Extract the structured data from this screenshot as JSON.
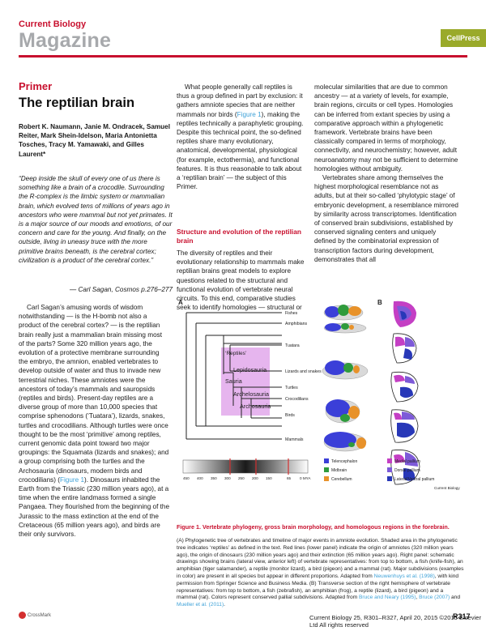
{
  "header": {
    "journal": "Current Biology",
    "section": "Magazine",
    "publisher": "CellPress"
  },
  "article": {
    "category": "Primer",
    "title": "The reptilian brain",
    "authors": "Robert K. Naumann, Janie M. Ondracek, Samuel Reiter, Mark Shein-Idelson, Maria Antonietta Tosches, Tracy M. Yamawaki, and Gilles Laurent*",
    "quote": "“Deep inside the skull of every one of us there is something like a brain of a crocodile. Surrounding the R-complex is the limbic system or mammalian brain, which evolved tens of millions of years ago in ancestors who were mammal but not yet primates. It is a major source of our moods and emotions, of our concern and care for the young. And finally, on the outside, living in uneasy truce with the more primitive brains beneath, is the cerebral cortex; civilization is a product of the cerebral cortex.”",
    "quote_attribution": "— Carl Sagan, Cosmos p.276–277",
    "col1_p1_a": "Carl Sagan’s amusing words of wisdom notwithstanding — is the H-bomb not also a product of the cerebral cortex? — is the reptilian brain really just a mammalian brain missing most of the parts? Some 320 million years ago, the evolution of a protective membrane surrounding the embryo, the amnion, enabled vertebrates to develop outside of water and thus to invade new terrestrial niches. These amniotes were the ancestors of today’s mammals and sauropsids (reptiles and birds). Present-day reptiles are a diverse group of more than 10,000 species that comprise sphenodons (‘Tuatara’), lizards, snakes, turtles and crocodilians. Although turtles were once thought to be the most ‘primitive’ among reptiles, current genomic data point toward two major groupings: the Squamata (lizards and snakes); and a group comprising both the turtles and the Archosauria (dinosaurs, modern birds and crocodilians) (",
    "col1_p1_cite": "Figure 1",
    "col1_p1_b": "). Dinosaurs inhabited the Earth from the Triassic (230 million years ago), at a time when the entire landmass formed a single Pangaea. They flourished from the beginning of the Jurassic to the mass extinction at the end of the Cretaceous (65 million years ago), and birds are their only survivors.",
    "col2_p1_a": "What people generally call reptiles is thus a group defined in part by exclusion: it gathers amniote species that are neither mammals nor birds (",
    "col2_p1_cite": "Figure 1",
    "col2_p1_b": "), making the reptiles technically a paraphyletic grouping. Despite this technical point, the so-defined reptiles share many evolutionary, anatomical, developmental, physiological (for example, ectothermia), and functional features. It is thus reasonable to talk about a ‘reptilian brain’ — the subject of this Primer.",
    "section_heading": "Structure and evolution of the reptilian brain",
    "col2_p2": "The diversity of reptiles and their evolutionary relationship to mammals make reptilian brains great models to explore questions related to the structural and functional evolution of vertebrate neural circuits. To this end, comparative studies seek to identify homologies — structural or",
    "col3_p1": "molecular similarities that are due to common ancestry — at a variety of levels, for example, brain regions, circuits or cell types. Homologies can be inferred from extant species by using a comparative approach within a phylogenetic framework. Vertebrate brains have been classically compared in terms of morphology, connectivity, and neurochemistry; however, adult neuroanatomy may not be sufficient to determine homologies without ambiguity.",
    "col3_p2": "Vertebrates share among themselves the highest morphological resemblance not as adults, but at their so-called ‘phylotypic stage’ of embryonic development, a resemblance mirrored by similarity across transcriptomes. Identification of conserved brain subdivisions, established by conserved signaling centers and uniquely defined by the combinatorial expression of transcription factors during development, demonstrates that all"
  },
  "figure": {
    "panel_a": "A",
    "panel_b": "B",
    "reptiles_label": "‘Reptiles’",
    "clades": [
      "Lepidosauria",
      "Sauria",
      "Archelosauria",
      "Archosauria"
    ],
    "taxa": [
      "Fishes",
      "Amphibians",
      "Tuatara",
      "Lizards and snakes",
      "Turtles",
      "Crocodilians",
      "Birds",
      "Mammals"
    ],
    "timeline_ticks": [
      "450",
      "400",
      "350",
      "300",
      "250",
      "200",
      "150",
      "65",
      "0 MYA"
    ],
    "legend_left": [
      {
        "label": "Telencephalon",
        "color": "#3b3fd8"
      },
      {
        "label": "Midbrain",
        "color": "#2f9b3c"
      },
      {
        "label": "Cerebellum",
        "color": "#e8922a"
      }
    ],
    "legend_right": [
      {
        "label": "Medial pallium",
        "color": "#c43fc4"
      },
      {
        "label": "Dorsal pallium",
        "color": "#7d5ad8"
      },
      {
        "label": "Lateral/Ventral pallium",
        "color": "#2838b8"
      }
    ],
    "credit": "Current Biology",
    "caption_title": "Figure 1. Vertebrate phylogeny, gross brain morphology, and homologous regions in the forebrain.",
    "caption_a": "(A) Phylogenetic tree of vertebrates and timeline of major events in amniote evolution. Shaded area in the phylogenetic tree indicates ‘reptiles’ as defined in the text. Red lines (lower panel) indicate the origin of amniotes (320 million years ago), the origin of dinosaurs (230 million years ago) and their extinction (65 million years ago). Right panel: schematic drawings showing brains (lateral view, anterior left) of vertebrate representatives: from top to bottom, a fish (knife-fish), an amphibian (tiger salamander), a reptile (monitor lizard), a bird (pigeon) and a mammal (rat). Major subdivisions (examples in color) are present in all species but appear in different proportions. Adapted from ",
    "caption_cite1": "Neuwenhuys et al. (1998)",
    "caption_b": ", with kind permission from Springer Science and Business Media. (B) Transverse section of the right hemisphere of vertebrate representatives: from top to bottom, a fish (zebrafish), an amphibian (frog), a reptile (lizard), a bird (pigeon) and a mammal (rat). Colors represent conserved pallial subdivisions. Adapted from ",
    "caption_cite2": "Bruce and Neary (1995)",
    "caption_c": ", ",
    "caption_cite3": "Bruce (2007)",
    "caption_d": " and ",
    "caption_cite4": "Mueller et al. (2011)",
    "caption_e": "."
  },
  "footer": {
    "citation": "Current Biology 25, R301–R327, April 20, 2015 ©2015 Elsevier Ltd All rights reserved",
    "page": "R317",
    "crossmark": "CrossMark"
  }
}
